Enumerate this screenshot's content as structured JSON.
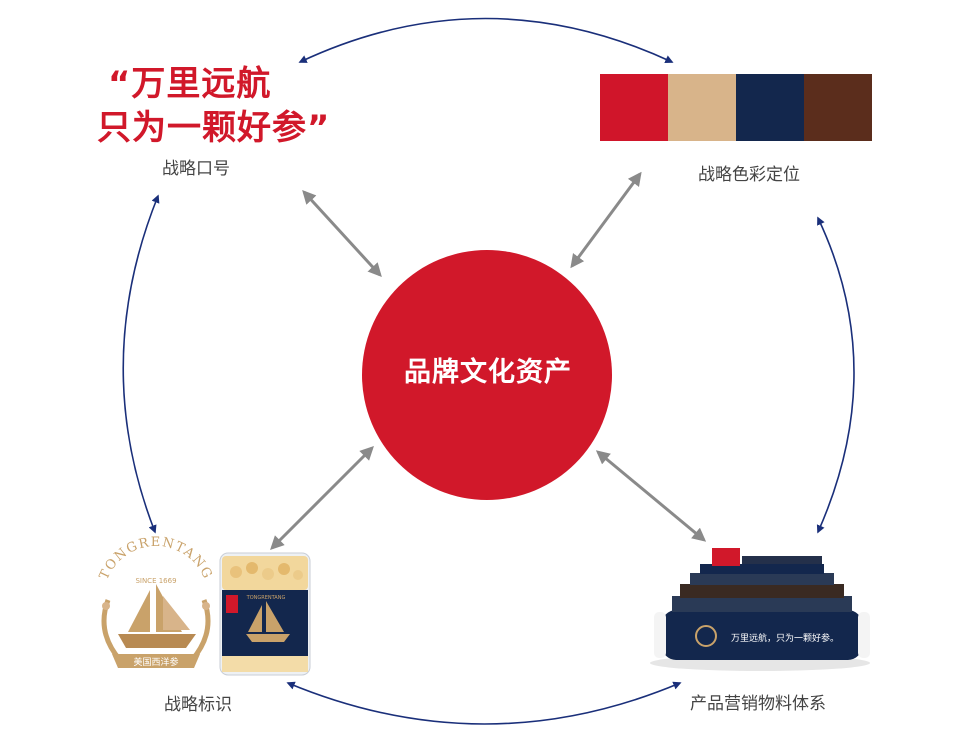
{
  "center": {
    "label": "品牌文化资产"
  },
  "slogan": {
    "line1": "“万里远航",
    "line2": "只为一颗好参”",
    "caption": "战略口号"
  },
  "colors": {
    "caption": "战略色彩定位",
    "swatches": [
      {
        "name": "red-swatch",
        "hex": "#d0152a"
      },
      {
        "name": "tan-swatch",
        "hex": "#d8b48a"
      },
      {
        "name": "navy-swatch",
        "hex": "#13274d"
      },
      {
        "name": "brown-swatch",
        "hex": "#5b2d1c"
      }
    ]
  },
  "logo": {
    "caption": "战略标识",
    "arc_text": "TONGRENTANG",
    "since_text": "SINCE 1669",
    "banner_text": "美国西洋参",
    "jar_label": "TONGRENTANG"
  },
  "display": {
    "caption": "产品营销物料体系",
    "banner_text": "万里远航，只为一颗好参。"
  },
  "palette": {
    "accent_red": "#d1182a",
    "navy_arrow": "#1a2f7a",
    "gray_arrow": "#8a8a8a",
    "gold": "#c9a26a"
  }
}
